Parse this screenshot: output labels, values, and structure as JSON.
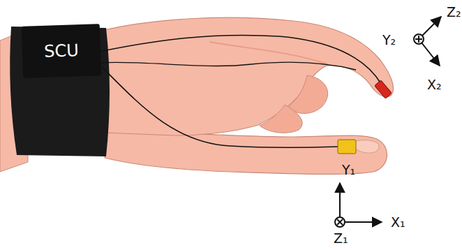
{
  "diagram": {
    "nodes": [
      {
        "text": [
          "SCU"
        ]
      }
    ],
    "labels": [
      "Y₂",
      "Z₂",
      "X₂",
      "Y₁",
      "X₁",
      "Z₁"
    ]
  }
}
